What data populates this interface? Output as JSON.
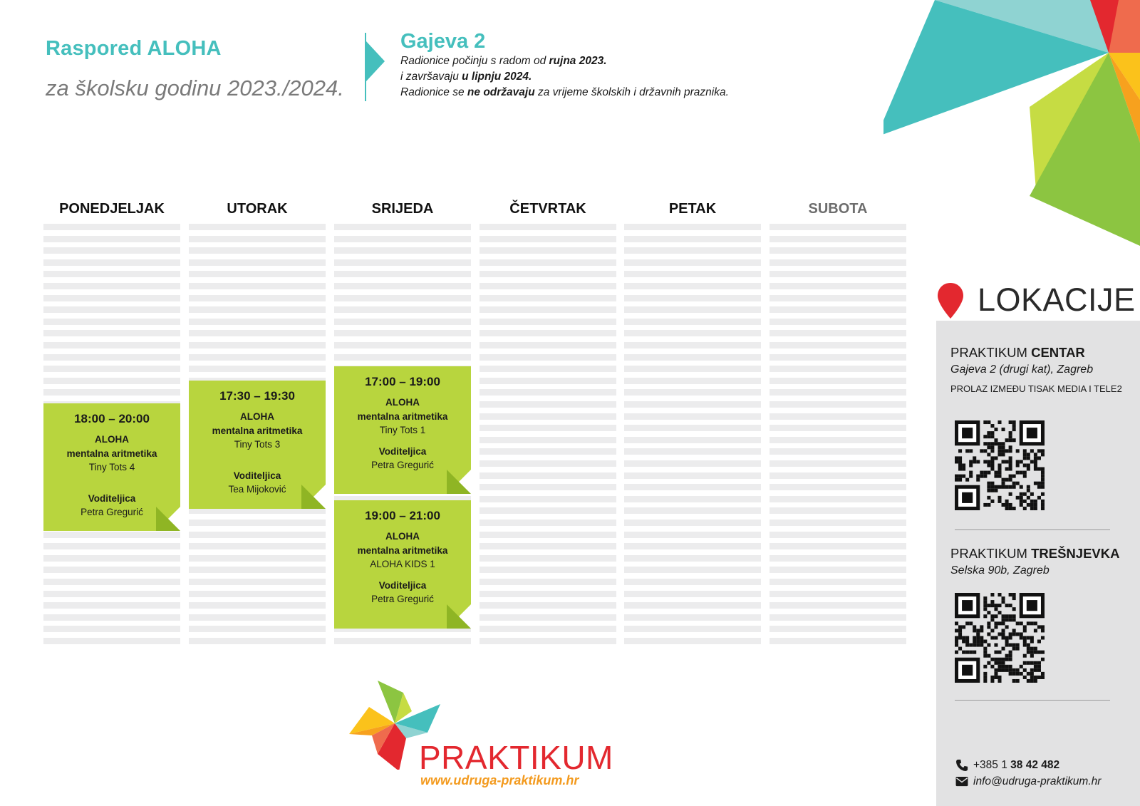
{
  "header": {
    "title": "Raspored ALOHA",
    "subtitle": "za školsku godinu 2023./2024.",
    "location": "Gajeva 2",
    "notes": {
      "l1_a": "Radionice počinju s radom od ",
      "l1_b": "rujna 2023.",
      "l2_a": "i završavaju ",
      "l2_b": "u lipnju 2024.",
      "l3_a": "Radionice se ",
      "l3_b": "ne održavaju",
      "l3_c": " za vrijeme školskih i državnih praznika."
    }
  },
  "days": [
    "PONEDJELJAK",
    "UTORAK",
    "SRIJEDA",
    "ČETVRTAK",
    "PETAK",
    "SUBOTA"
  ],
  "sessions": [
    {
      "time": "18:00 – 20:00",
      "program": "ALOHA",
      "course": "mentalna aritmetika",
      "group": "Tiny Tots 4",
      "teacher_label": "Voditeljica",
      "teacher": "Petra Gregurić"
    },
    {
      "time": "17:30 – 19:30",
      "program": "ALOHA",
      "course": "mentalna aritmetika",
      "group": "Tiny Tots 3",
      "teacher_label": "Voditeljica",
      "teacher": "Tea Mijoković"
    },
    {
      "time": "17:00 – 19:00",
      "program": "ALOHA",
      "course": "mentalna aritmetika",
      "group": "Tiny Tots 1",
      "teacher_label": "Voditeljica",
      "teacher": "Petra Gregurić"
    },
    {
      "time": "19:00 – 21:00",
      "program": "ALOHA",
      "course": "mentalna aritmetika",
      "group": "ALOHA KIDS 1",
      "teacher_label": "Voditeljica",
      "teacher": "Petra Gregurić"
    }
  ],
  "sidebar": {
    "title": "LOKACIJE",
    "loc1": {
      "prefix": "PRAKTIKUM ",
      "name": "CENTAR",
      "address": "Gajeva 2 (drugi kat), Zagreb",
      "note": "PROLAZ IZMEĐU TISAK MEDIA I TELE2"
    },
    "loc2": {
      "prefix": "PRAKTIKUM ",
      "name": "TREŠNJEVKA",
      "address": "Selska 90b, Zagreb"
    },
    "phone_prefix": "+385 1 ",
    "phone_number": "38 42 482",
    "email": "info@udruga-praktikum.hr",
    "icons": [
      "map-pin-icon",
      "phone-icon",
      "envelope-icon",
      "qr-code-icon"
    ]
  },
  "brand": {
    "name": "PRAKTIKUM",
    "url": "www.udruga-praktikum.hr"
  },
  "colors": {
    "teal": "#45bfbd",
    "card_green": "#b8d53e",
    "red": "#e3282f",
    "orange": "#f39a1e",
    "stripe": "#ececed",
    "sidebar": "#e2e2e3"
  }
}
